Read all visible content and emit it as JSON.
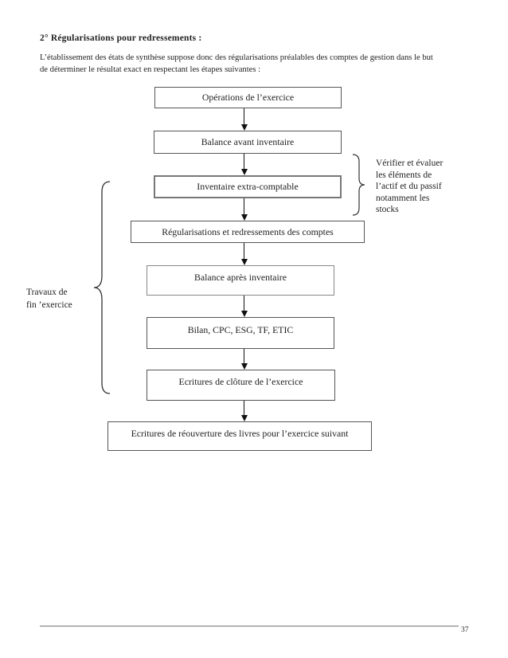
{
  "document": {
    "heading": "2° Régularisations pour redressements :",
    "intro": "L’établissement des états de synthèse suppose donc des régularisations préalables des comptes de gestion dans le but\nde déterminer le résultat exact en respectant les étapes suivantes :",
    "page_number": "37"
  },
  "flowchart": {
    "steps": [
      {
        "label": "Opérations de l’exercice"
      },
      {
        "label": "Balance avant inventaire"
      },
      {
        "label": "Inventaire extra-comptable"
      },
      {
        "label": "Régularisations et redressements des comptes"
      },
      {
        "label": "Balance après inventaire"
      },
      {
        "label": "Bilan, CPC, ESG, TF, ETIC"
      },
      {
        "label": "Ecritures de clôture de l’exercice"
      },
      {
        "label": "Ecritures de réouverture des livres pour l’exercice suivant"
      }
    ],
    "right_annotation": "Vérifier et évaluer\nles éléments de\nl’actif et du passif\nnotamment les\nstocks",
    "left_annotation": "Travaux de\nfin ’exercice"
  },
  "colors": {
    "text": "#1f1f1f",
    "box_border": "#555555",
    "footer_rule": "#b3b3b3"
  }
}
